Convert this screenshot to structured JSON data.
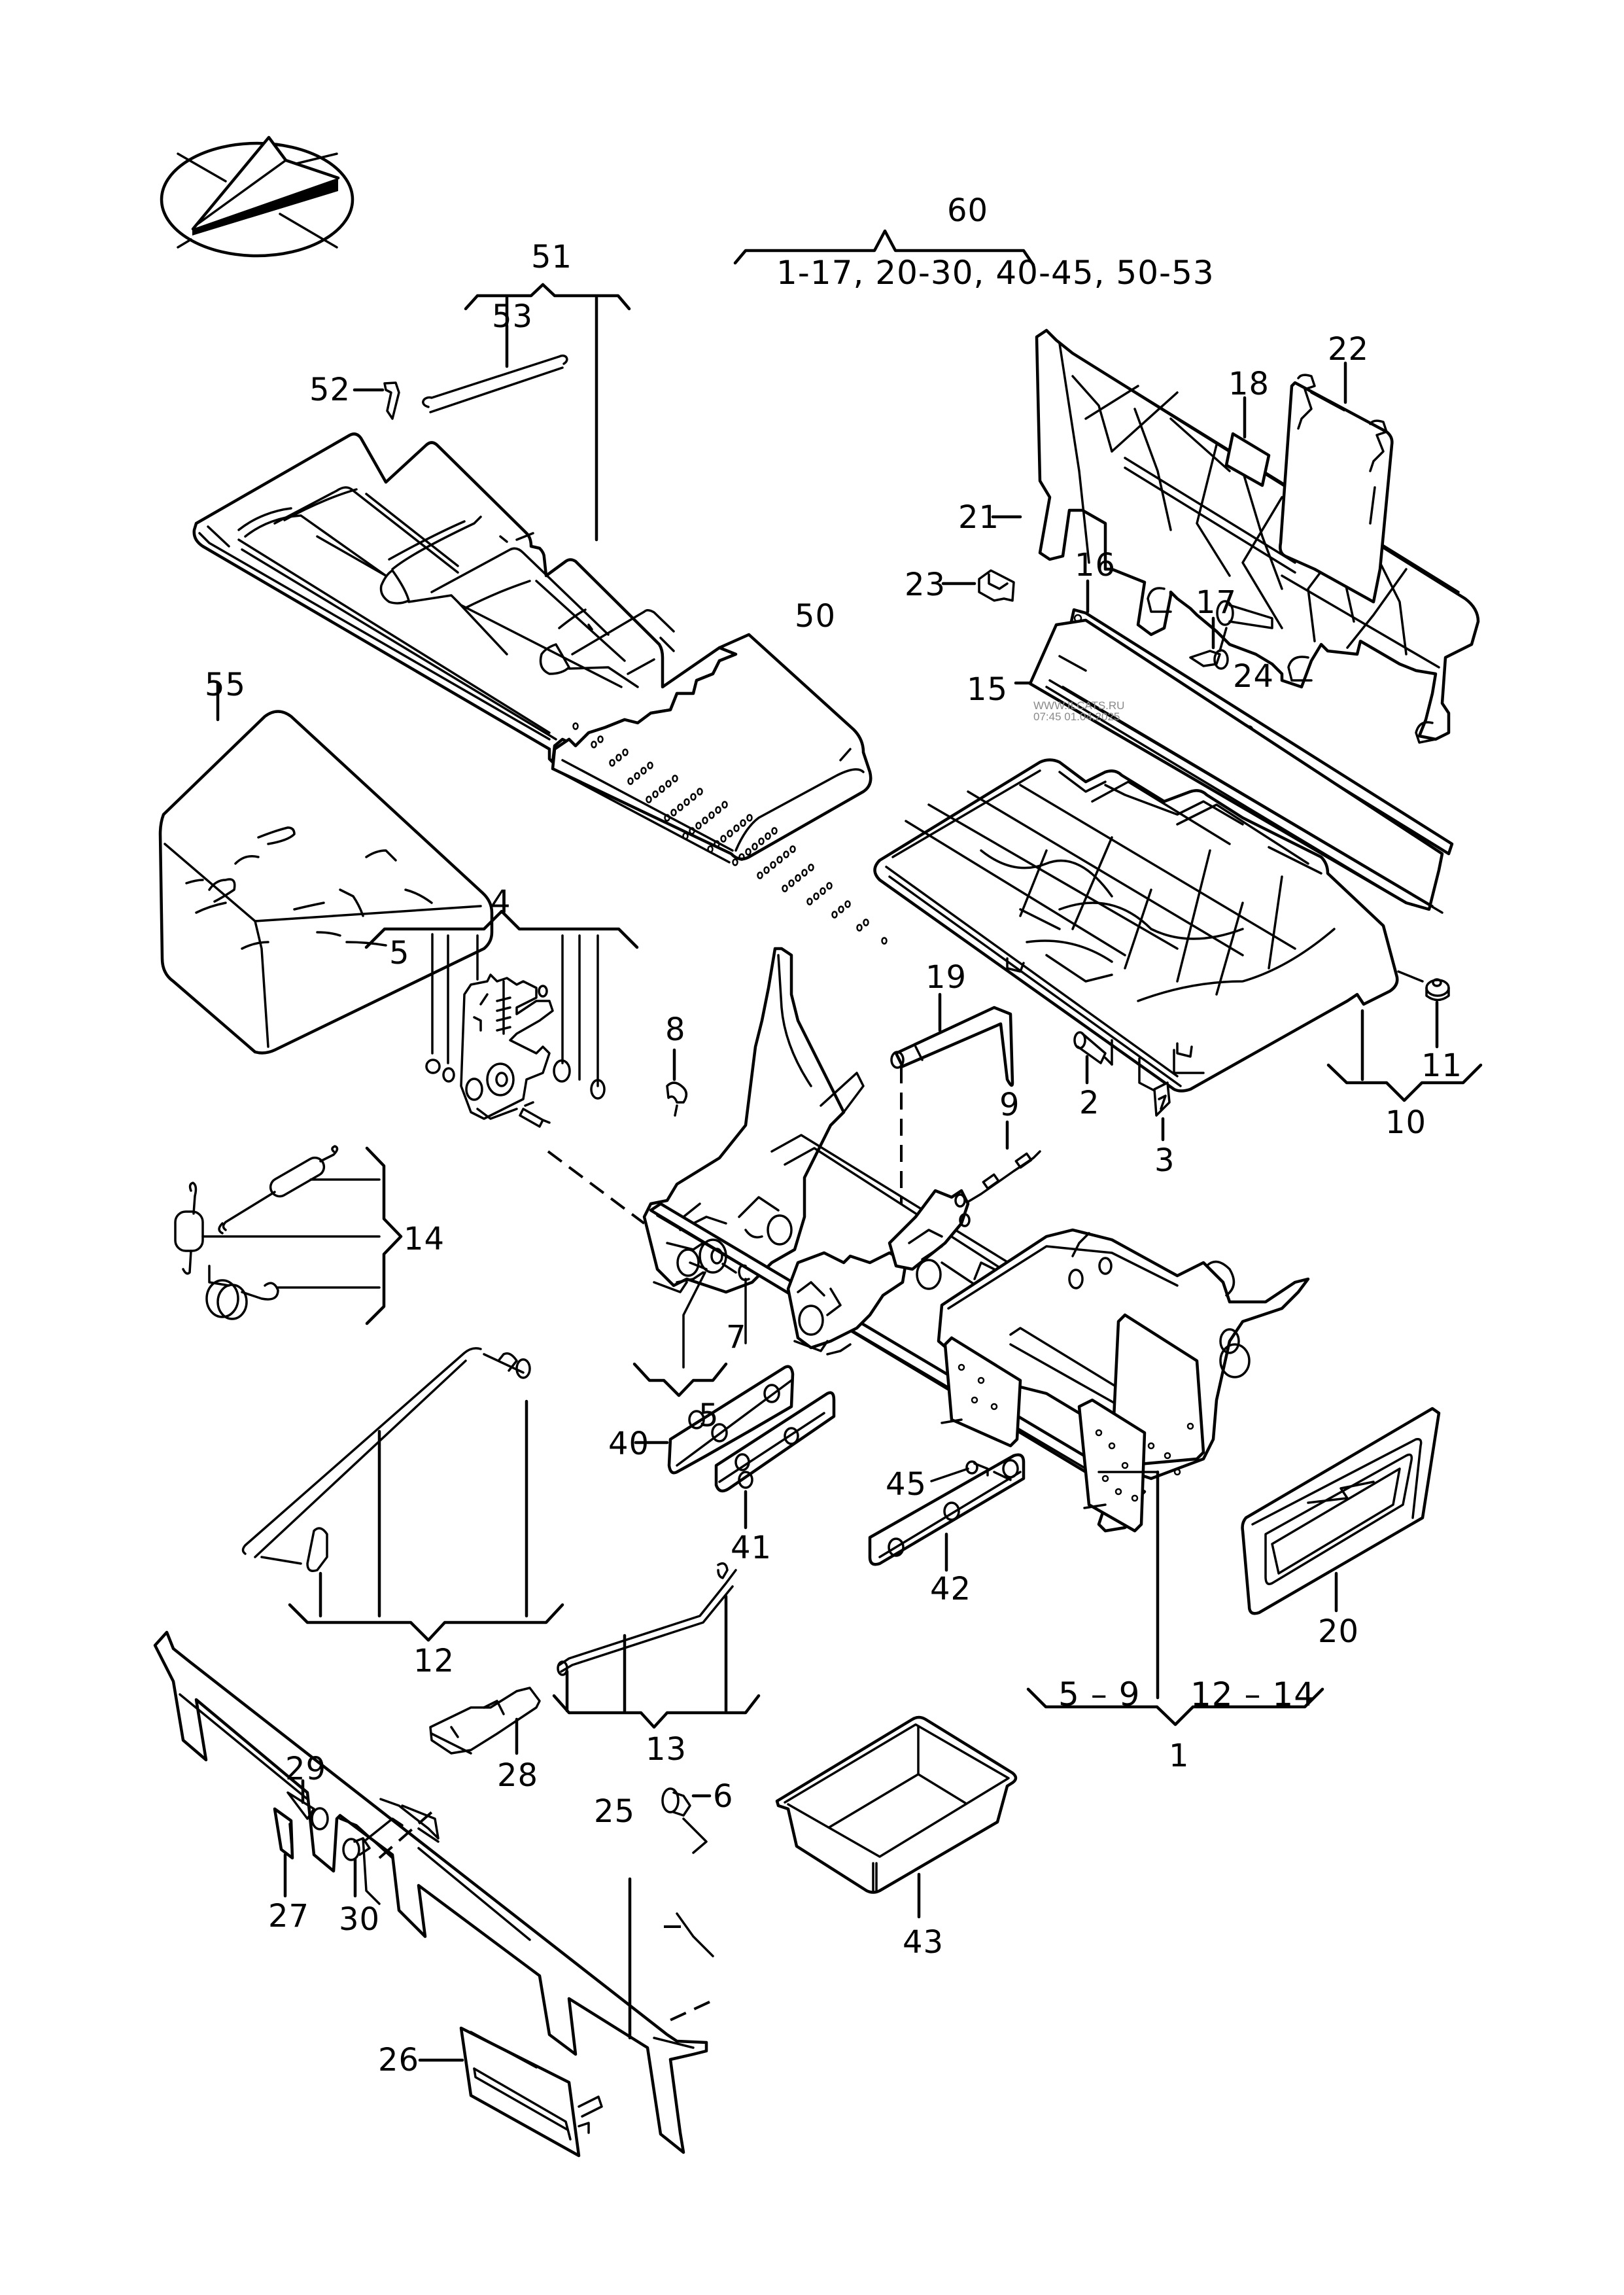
{
  "diagram": {
    "type": "exploded-parts-diagram",
    "subject": "rear seat frame assembly",
    "orientation_icon": "paper-plane-compass-icon",
    "callouts": [
      {
        "id": "60",
        "label": "60",
        "group_range": "1-17, 20-30, 40-45, 50-53"
      },
      {
        "id": "51",
        "label": "51"
      },
      {
        "id": "53",
        "label": "53"
      },
      {
        "id": "52",
        "label": "52"
      },
      {
        "id": "50",
        "label": "50"
      },
      {
        "id": "55",
        "label": "55"
      },
      {
        "id": "22",
        "label": "22"
      },
      {
        "id": "18",
        "label": "18"
      },
      {
        "id": "21",
        "label": "21"
      },
      {
        "id": "23",
        "label": "23"
      },
      {
        "id": "16",
        "label": "16"
      },
      {
        "id": "17",
        "label": "17"
      },
      {
        "id": "24",
        "label": "24"
      },
      {
        "id": "15",
        "label": "15"
      },
      {
        "id": "4",
        "label": "4"
      },
      {
        "id": "5a",
        "label": "5"
      },
      {
        "id": "8",
        "label": "8"
      },
      {
        "id": "19",
        "label": "19"
      },
      {
        "id": "2",
        "label": "2"
      },
      {
        "id": "3",
        "label": "3"
      },
      {
        "id": "11",
        "label": "11"
      },
      {
        "id": "10",
        "label": "10"
      },
      {
        "id": "9",
        "label": "9"
      },
      {
        "id": "14",
        "label": "14"
      },
      {
        "id": "7",
        "label": "7"
      },
      {
        "id": "5b",
        "label": "5"
      },
      {
        "id": "40",
        "label": "40"
      },
      {
        "id": "45",
        "label": "45"
      },
      {
        "id": "41",
        "label": "41"
      },
      {
        "id": "42",
        "label": "42"
      },
      {
        "id": "20",
        "label": "20"
      },
      {
        "id": "12",
        "label": "12"
      },
      {
        "id": "13",
        "label": "13"
      },
      {
        "id": "1",
        "label": "1",
        "group_left": "5 – 9",
        "group_right": "12 – 14"
      },
      {
        "id": "28",
        "label": "28"
      },
      {
        "id": "29",
        "label": "29"
      },
      {
        "id": "25",
        "label": "25"
      },
      {
        "id": "6",
        "label": "6"
      },
      {
        "id": "27",
        "label": "27"
      },
      {
        "id": "30",
        "label": "30"
      },
      {
        "id": "43",
        "label": "43"
      },
      {
        "id": "26",
        "label": "26"
      }
    ]
  },
  "watermark": {
    "line1": "WWW.ILCATS.RU",
    "line2": "07:45 01.04.2025"
  }
}
